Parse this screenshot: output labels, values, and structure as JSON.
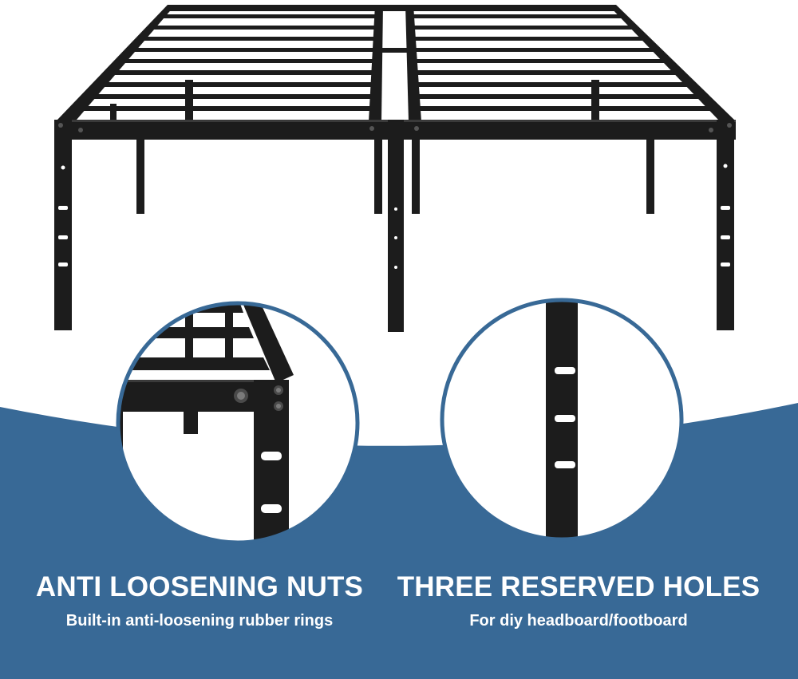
{
  "features": [
    {
      "title": "ANTI LOOSENING NUTS",
      "subtitle": "Built-in anti-loosening rubber rings"
    },
    {
      "title": "THREE RESERVED HOLES",
      "subtitle": "For diy headboard/footboard"
    }
  ],
  "colors": {
    "background": "#ffffff",
    "banner": "#386996",
    "frame_metal": "#1c1c1c",
    "frame_highlight": "#3a3a3a",
    "circle_ring": "#386996",
    "text": "#ffffff"
  }
}
